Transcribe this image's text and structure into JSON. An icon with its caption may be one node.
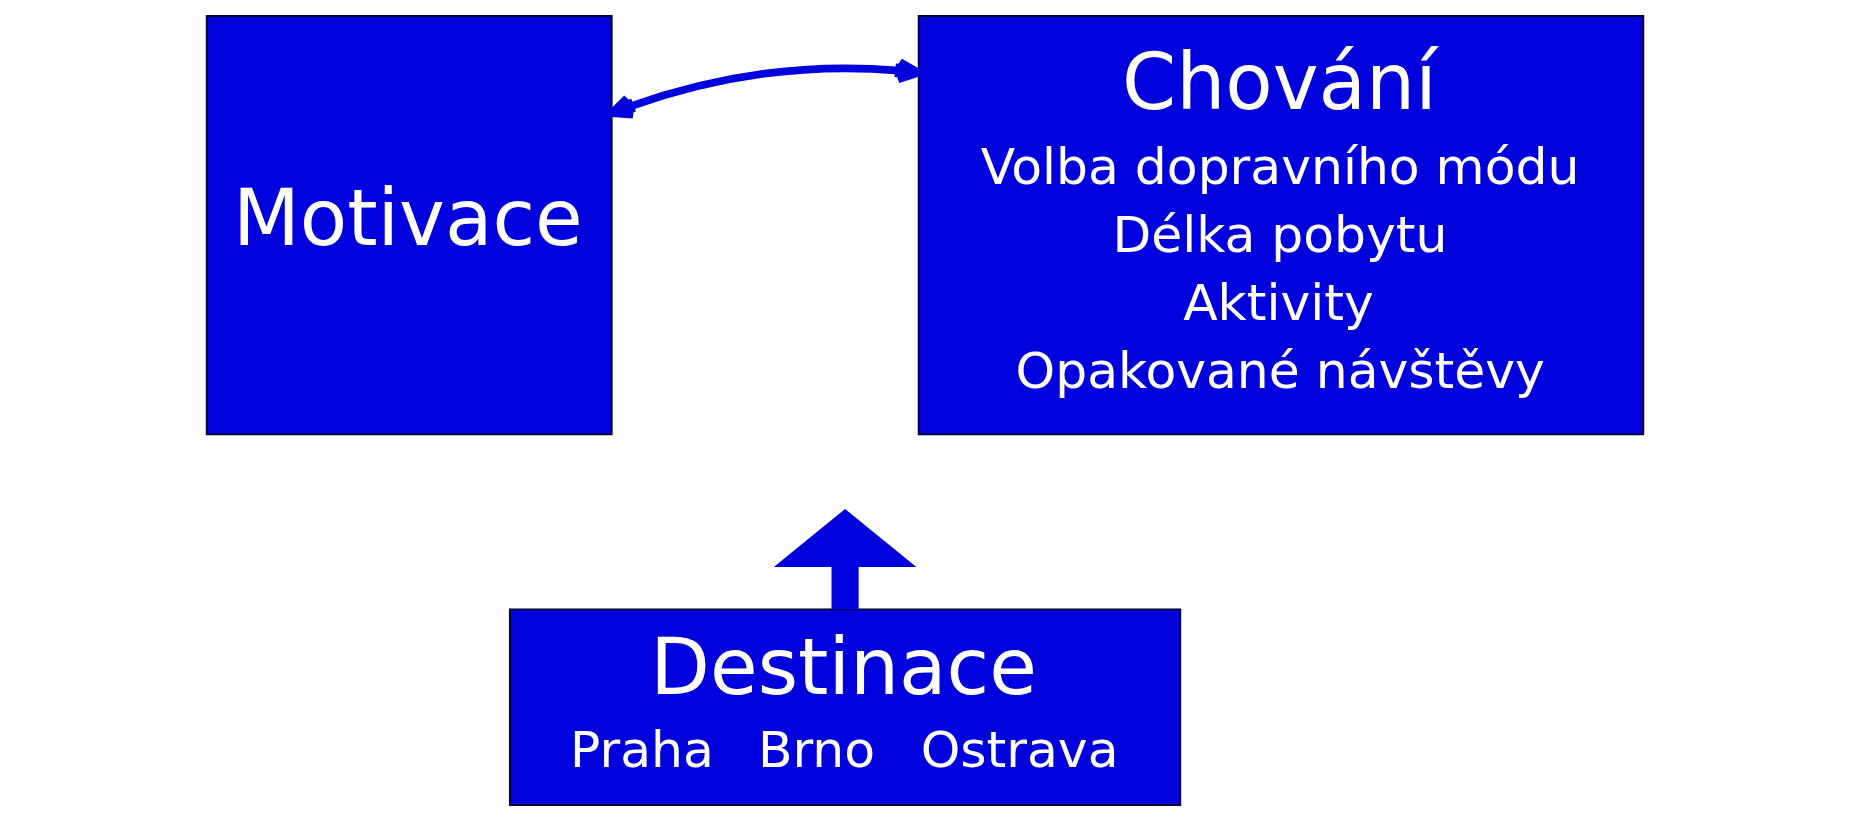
{
  "diagram": {
    "nodes": [
      {
        "text": [
          "Motivace"
        ]
      },
      {
        "text": [
          "Chování",
          "Volba dopravního módu",
          "Délka pobytu",
          "Aktivity",
          "Opakované návštěvy"
        ]
      },
      {
        "text": [
          "Destinace",
          "Praha",
          "Brno",
          "Ostrava"
        ]
      }
    ],
    "edges": [
      {
        "from": 0,
        "to": 1,
        "arrow": "both"
      },
      {
        "from": 2,
        "to": null,
        "arrow": "to",
        "style": "thick"
      }
    ]
  }
}
